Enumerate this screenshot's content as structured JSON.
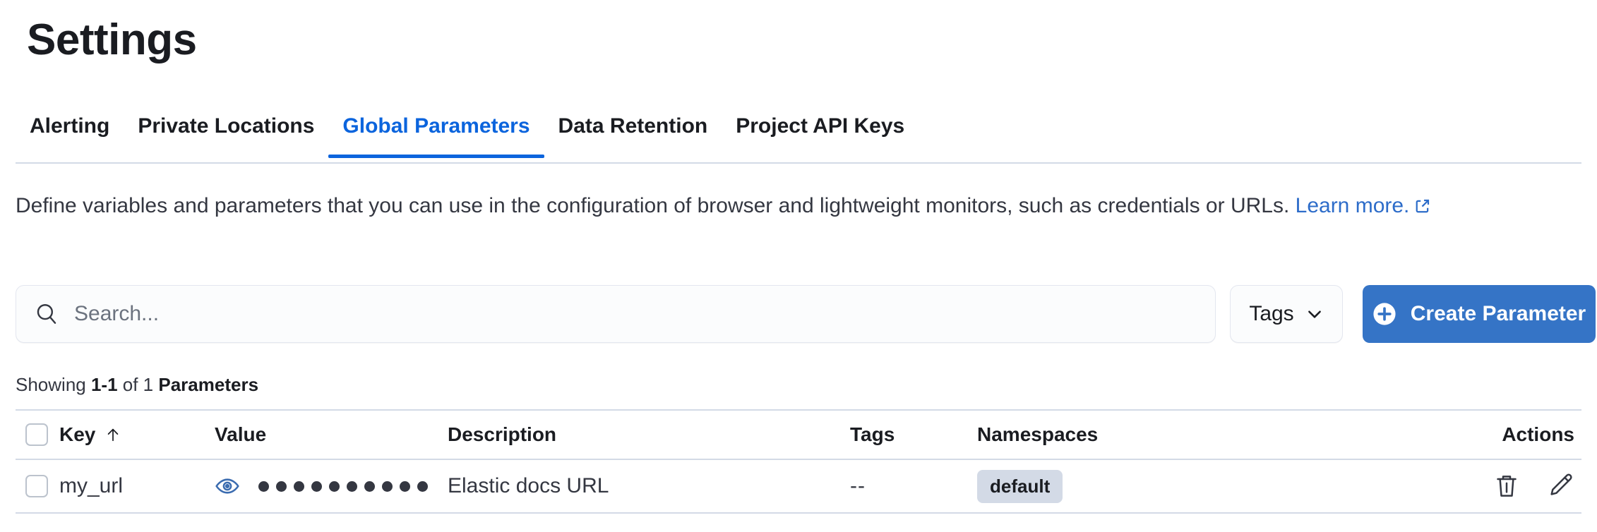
{
  "header": {
    "title": "Settings"
  },
  "tabs": [
    {
      "label": "Alerting",
      "active": false
    },
    {
      "label": "Private Locations",
      "active": false
    },
    {
      "label": "Global Parameters",
      "active": true
    },
    {
      "label": "Data Retention",
      "active": false
    },
    {
      "label": "Project API Keys",
      "active": false
    }
  ],
  "description": {
    "text": "Define variables and parameters that you can use in the configuration of browser and lightweight monitors, such as credentials or URLs.",
    "link_label": "Learn more.",
    "link_icon": "external-link-icon"
  },
  "controls": {
    "search": {
      "placeholder": "Search...",
      "value": "",
      "icon": "search-icon"
    },
    "tags_filter": {
      "label": "Tags",
      "icon": "chevron-down-icon"
    },
    "create_button": {
      "label": "Create Parameter",
      "icon": "plus-circle-icon",
      "color": "#3574c6"
    }
  },
  "results_summary": {
    "prefix": "Showing ",
    "range": "1-1",
    "middle": " of 1 ",
    "entity": "Parameters"
  },
  "table": {
    "columns": [
      {
        "key": "checkbox",
        "label": ""
      },
      {
        "key": "key",
        "label": "Key",
        "sorted": "asc",
        "sort_icon": "arrow-up-icon"
      },
      {
        "key": "value",
        "label": "Value"
      },
      {
        "key": "description",
        "label": "Description"
      },
      {
        "key": "tags",
        "label": "Tags"
      },
      {
        "key": "namespaces",
        "label": "Namespaces"
      },
      {
        "key": "actions",
        "label": "Actions"
      }
    ],
    "rows": [
      {
        "selected": false,
        "key": "my_url",
        "value_masked": true,
        "value_mask_dots": 10,
        "value_toggle_icon": "eye-icon",
        "description": "Elastic docs URL",
        "tags": "--",
        "namespace_badge": "default",
        "actions": [
          "trash-icon",
          "pencil-icon"
        ]
      }
    ]
  },
  "colors": {
    "accent": "#0b64dd",
    "primary_button": "#3574c6",
    "link": "#2d6cc9",
    "text": "#1a1c21",
    "muted_text": "#343741",
    "border": "#d3dae6",
    "badge_bg": "#d3dae6"
  }
}
